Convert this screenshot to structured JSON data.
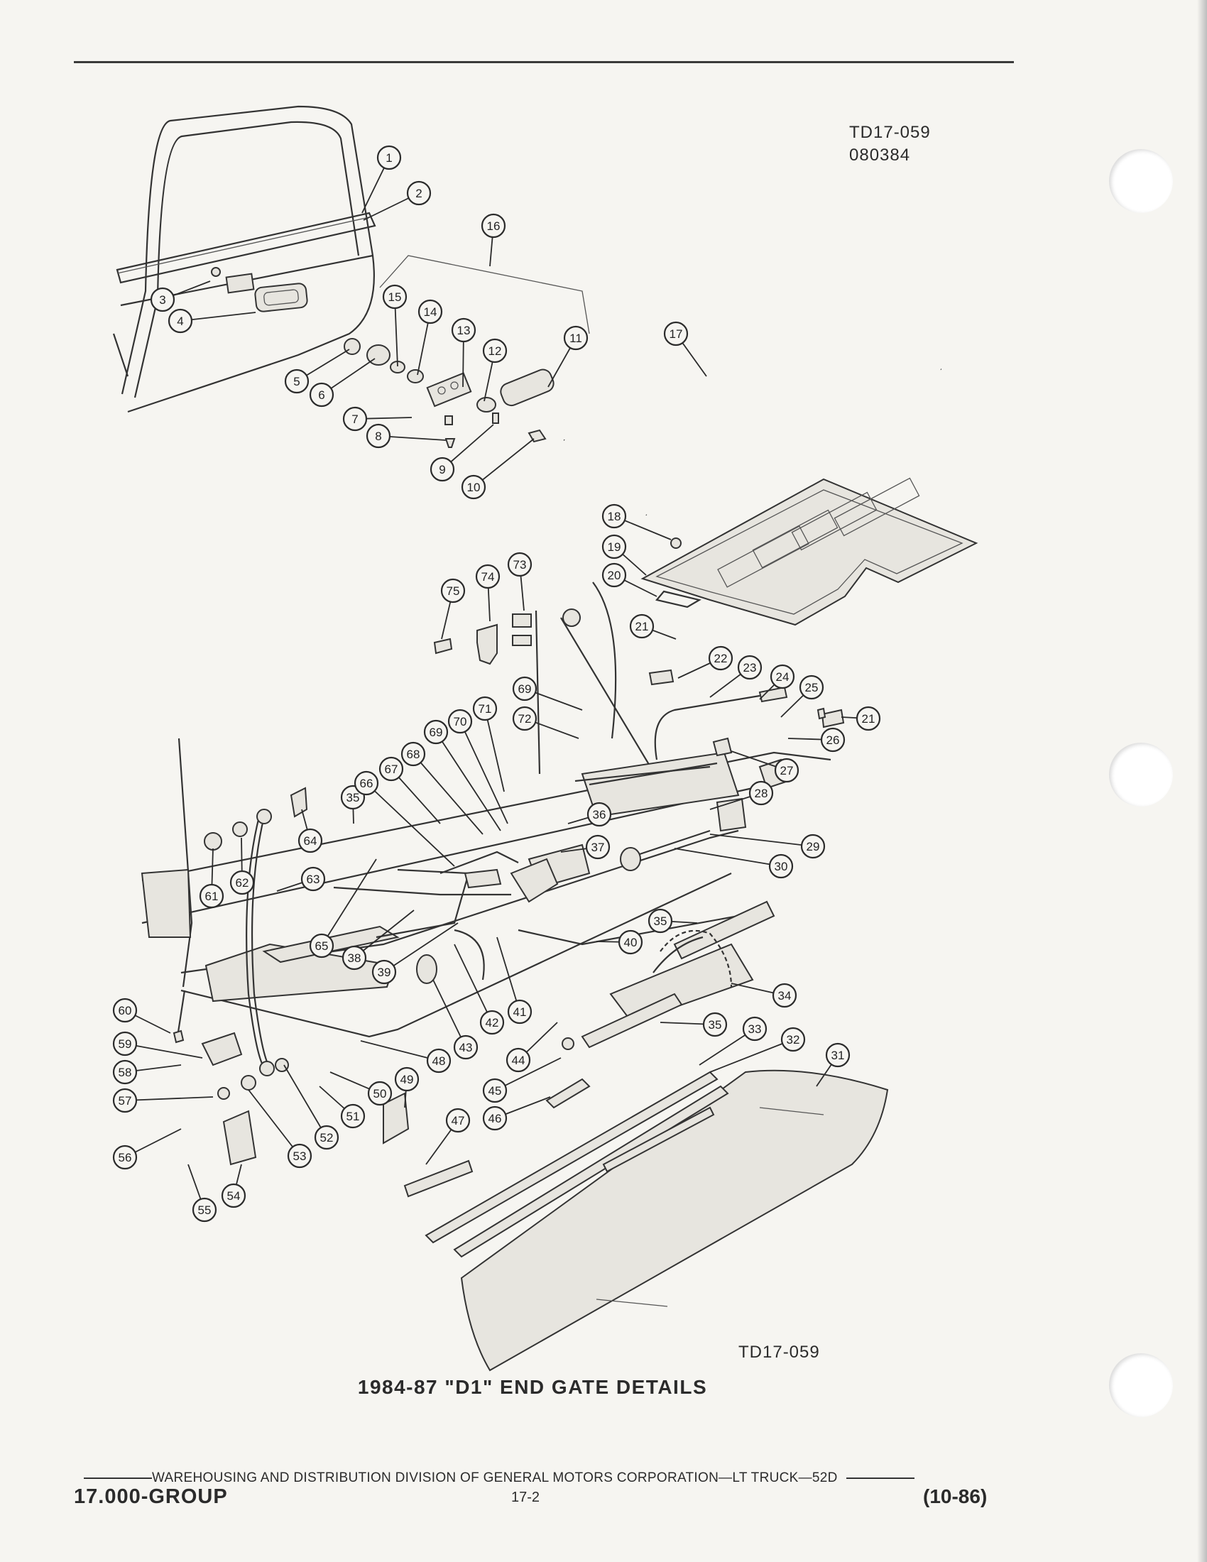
{
  "drawing_code_top": "TD17-059",
  "drawing_date_top": "080384",
  "drawing_code_bottom": "TD17-059",
  "caption": "1984-87 \"D1\" END GATE DETAILS",
  "footer": {
    "division": "WAREHOUSING AND DISTRIBUTION DIVISION OF GENERAL MOTORS CORPORATION—LT TRUCK—52D",
    "group": "17.000-GROUP",
    "page": "17-2",
    "date": "(10-86)"
  },
  "callouts": [
    {
      "id": "c1",
      "label": "1"
    },
    {
      "id": "c2",
      "label": "2"
    },
    {
      "id": "c3",
      "label": "3"
    },
    {
      "id": "c4",
      "label": "4"
    },
    {
      "id": "c5",
      "label": "5"
    },
    {
      "id": "c6",
      "label": "6"
    },
    {
      "id": "c7",
      "label": "7"
    },
    {
      "id": "c8",
      "label": "8"
    },
    {
      "id": "c9",
      "label": "9"
    },
    {
      "id": "c10",
      "label": "10"
    },
    {
      "id": "c11",
      "label": "11"
    },
    {
      "id": "c12",
      "label": "12"
    },
    {
      "id": "c13",
      "label": "13"
    },
    {
      "id": "c14",
      "label": "14"
    },
    {
      "id": "c15",
      "label": "15"
    },
    {
      "id": "c16",
      "label": "16"
    },
    {
      "id": "c17",
      "label": "17"
    },
    {
      "id": "c18",
      "label": "18"
    },
    {
      "id": "c19",
      "label": "19"
    },
    {
      "id": "c20",
      "label": "20"
    },
    {
      "id": "c21a",
      "label": "21"
    },
    {
      "id": "c21b",
      "label": "21"
    },
    {
      "id": "c22",
      "label": "22"
    },
    {
      "id": "c23",
      "label": "23"
    },
    {
      "id": "c24",
      "label": "24"
    },
    {
      "id": "c25",
      "label": "25"
    },
    {
      "id": "c26",
      "label": "26"
    },
    {
      "id": "c27",
      "label": "27"
    },
    {
      "id": "c28",
      "label": "28"
    },
    {
      "id": "c29",
      "label": "29"
    },
    {
      "id": "c30",
      "label": "30"
    },
    {
      "id": "c31",
      "label": "31"
    },
    {
      "id": "c32",
      "label": "32"
    },
    {
      "id": "c33",
      "label": "33"
    },
    {
      "id": "c34",
      "label": "34"
    },
    {
      "id": "c35a",
      "label": "35"
    },
    {
      "id": "c35b",
      "label": "35"
    },
    {
      "id": "c35c",
      "label": "35"
    },
    {
      "id": "c36",
      "label": "36"
    },
    {
      "id": "c37",
      "label": "37"
    },
    {
      "id": "c38",
      "label": "38"
    },
    {
      "id": "c39",
      "label": "39"
    },
    {
      "id": "c40",
      "label": "40"
    },
    {
      "id": "c41",
      "label": "41"
    },
    {
      "id": "c42",
      "label": "42"
    },
    {
      "id": "c43",
      "label": "43"
    },
    {
      "id": "c44",
      "label": "44"
    },
    {
      "id": "c45",
      "label": "45"
    },
    {
      "id": "c46",
      "label": "46"
    },
    {
      "id": "c47",
      "label": "47"
    },
    {
      "id": "c48",
      "label": "48"
    },
    {
      "id": "c49",
      "label": "49"
    },
    {
      "id": "c50",
      "label": "50"
    },
    {
      "id": "c51",
      "label": "51"
    },
    {
      "id": "c52",
      "label": "52"
    },
    {
      "id": "c53",
      "label": "53"
    },
    {
      "id": "c54",
      "label": "54"
    },
    {
      "id": "c55",
      "label": "55"
    },
    {
      "id": "c56",
      "label": "56"
    },
    {
      "id": "c57",
      "label": "57"
    },
    {
      "id": "c58",
      "label": "58"
    },
    {
      "id": "c59",
      "label": "59"
    },
    {
      "id": "c60",
      "label": "60"
    },
    {
      "id": "c61",
      "label": "61"
    },
    {
      "id": "c62",
      "label": "62"
    },
    {
      "id": "c63",
      "label": "63"
    },
    {
      "id": "c64",
      "label": "64"
    },
    {
      "id": "c65",
      "label": "65"
    },
    {
      "id": "c66",
      "label": "66"
    },
    {
      "id": "c67",
      "label": "67"
    },
    {
      "id": "c68",
      "label": "68"
    },
    {
      "id": "c69a",
      "label": "69"
    },
    {
      "id": "c69b",
      "label": "69"
    },
    {
      "id": "c70",
      "label": "70"
    },
    {
      "id": "c71",
      "label": "71"
    },
    {
      "id": "c72",
      "label": "72"
    },
    {
      "id": "c73",
      "label": "73"
    },
    {
      "id": "c74",
      "label": "74"
    },
    {
      "id": "c75",
      "label": "75"
    }
  ]
}
